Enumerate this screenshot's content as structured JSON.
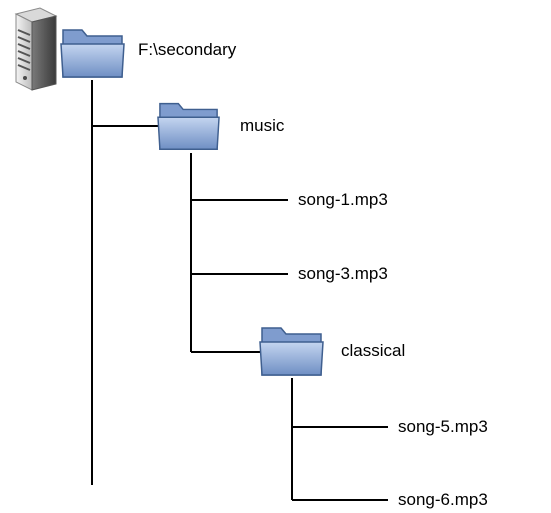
{
  "root": {
    "label": "F:\\secondary",
    "icon": "drive-server-icon"
  },
  "folders": [
    {
      "label": "music",
      "icon": "folder-icon"
    },
    {
      "label": "classical",
      "icon": "folder-icon"
    }
  ],
  "files": [
    {
      "label": "song-1.mp3"
    },
    {
      "label": "song-3.mp3"
    },
    {
      "label": "song-5.mp3"
    },
    {
      "label": "song-6.mp3"
    }
  ],
  "colors": {
    "folder_fill": "#8eaad6",
    "folder_stroke": "#3f5f8f",
    "line": "#000000"
  }
}
